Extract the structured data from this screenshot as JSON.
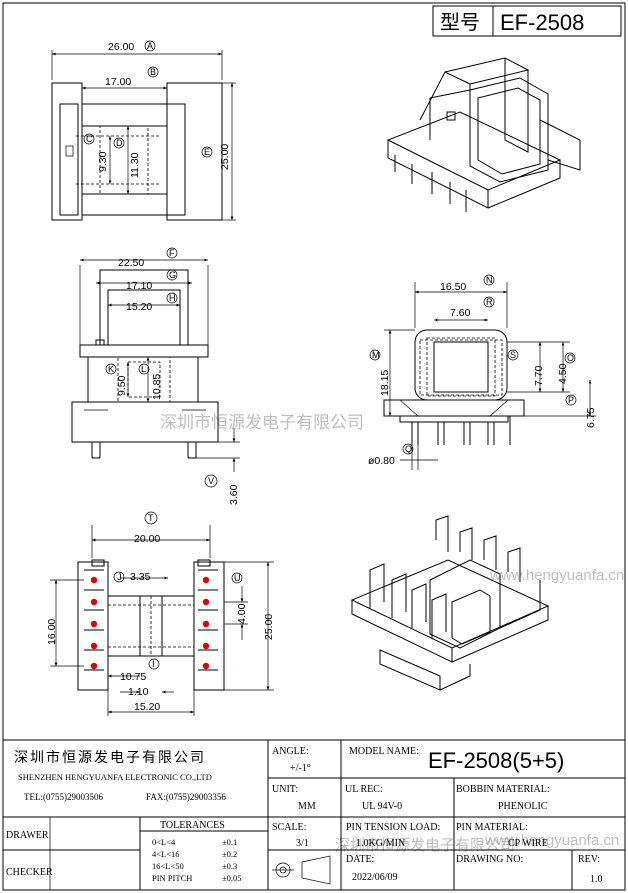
{
  "header": {
    "model_prefix": "型号",
    "model": "EF-2508"
  },
  "dimensions": {
    "top_view": {
      "d26": "26.00",
      "d17": "17.00",
      "d930": "9.30",
      "d1130": "11.30",
      "d25": "25.00"
    },
    "front_view": {
      "d2250": "22.50",
      "d1710": "17.10",
      "d1520": "15.20",
      "d950": "9.50",
      "d1085": "10.85",
      "d360": "3.60"
    },
    "side_view": {
      "d1650": "16.50",
      "d760": "7.60",
      "d1815": "18.15",
      "d770": "7.70",
      "d450": "4.50",
      "d675": "6.75",
      "d080": "ø0.80"
    },
    "bottom_view": {
      "d2000": "20.00",
      "d335": "3.35",
      "d1600": "16.00",
      "d400": "4.00",
      "d2500": "25.00",
      "d1075": "10.75",
      "d110": "1.10",
      "d1520b": "15.20"
    }
  },
  "markers": {
    "A": "A",
    "B": "B",
    "C": "C",
    "D": "D",
    "E": "E",
    "F": "F",
    "G": "G",
    "H": "H",
    "K": "K",
    "L": "L",
    "V": "V",
    "N": "N",
    "R": "R",
    "M": "M",
    "S": "S",
    "O": "O",
    "P": "P",
    "Q": "Q",
    "T": "T",
    "J": "J",
    "U": "U",
    "I": "I"
  },
  "watermarks": [
    "深圳市恒源发电子有限公司",
    "www.hengyuanfa.cn",
    "深圳市恒源发电子有限公司",
    "www.hengyuanfa.cn"
  ],
  "title_block": {
    "company_cn": "深圳市恒源发电子有限公司",
    "company_en": "SHENZHEN HENGYUANFA ELECTRONIC CO.,LTD",
    "tel": "TEL:(0755)29003506",
    "fax": "FAX:(0755)29003356",
    "angle_label": "ANGLE:",
    "angle_value": "+/-1°",
    "model_name_label": "MODEL NAME:",
    "model_name_value": "EF-2508(5+5)",
    "unit_label": "UNIT:",
    "unit_value": "MM",
    "ul_rec_label": "UL REC:",
    "ul_rec_value": "UL 94V-0",
    "bobbin_material_label": "BOBBIN MATERIAL:",
    "bobbin_material_value": "PHENOLIC",
    "drawer_label": "DRAWER",
    "checker_label": "CHECKER",
    "tolerances_label": "TOLERANCES",
    "tolerances": [
      {
        "range": "0<L<4",
        "value": "±0.1"
      },
      {
        "range": "4<L<16",
        "value": "±0.2"
      },
      {
        "range": "16<L<50",
        "value": "±0.3"
      },
      {
        "range": "PIN PITCH",
        "value": "±0.05"
      }
    ],
    "scale_label": "SCALE:",
    "scale_value": "3/1",
    "pin_tension_label": "PIN TENSION LOAD:",
    "pin_tension_value": "1.0KG/MIN",
    "pin_material_label": "PIN MATERIAL:",
    "pin_material_value": "CP WIRE",
    "date_label": "DATE:",
    "date_value": "2022/06/09",
    "drawing_no_label": "DRAWING NO:",
    "rev_label": "REV:",
    "rev_value": "1.0"
  }
}
